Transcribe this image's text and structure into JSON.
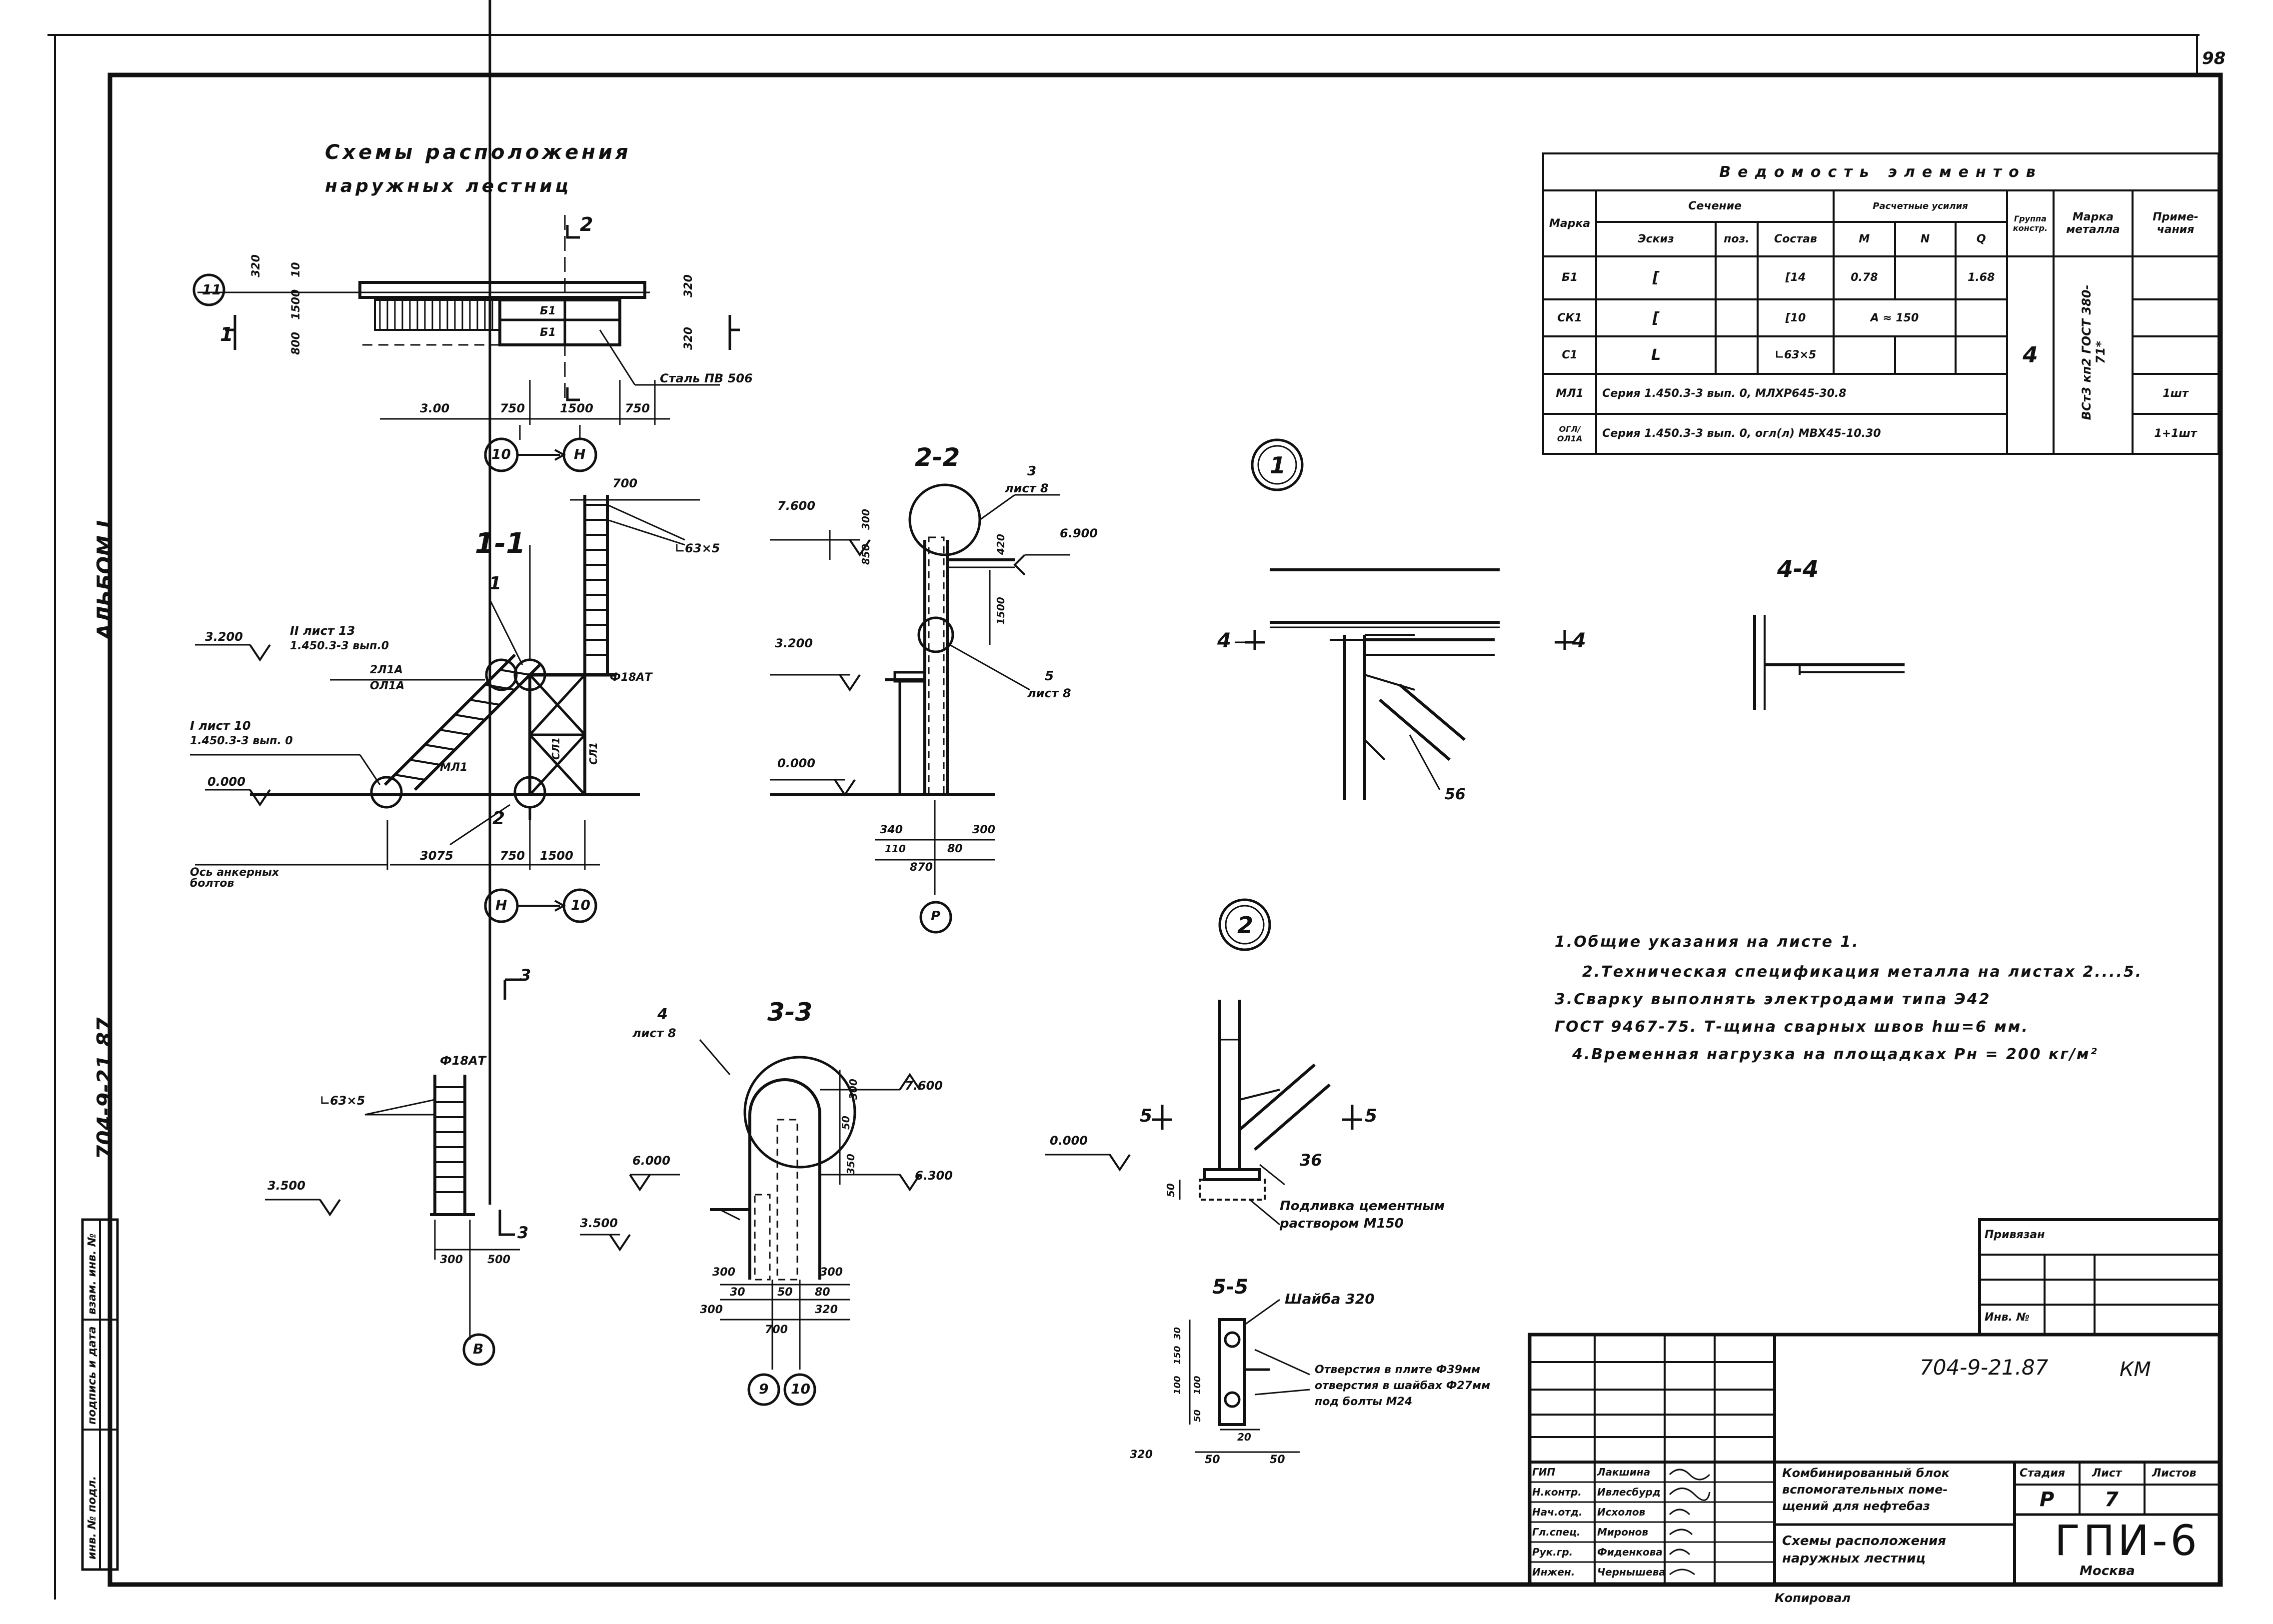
{
  "sheet": {
    "corner_number": "98",
    "title_line1": "Схемы расположения",
    "title_line2": "наружных лестниц",
    "margin_album": "АЛЬБОМ I",
    "margin_code": "704-9-21.87",
    "margin_cells": [
      "инв. № подл.",
      "подпись и дата",
      "взам. инв. №"
    ]
  },
  "plan": {
    "label_2": "2",
    "label_1": "1",
    "circle_11": "11",
    "dims_left": [
      "320",
      "10",
      "1500",
      "800"
    ],
    "dim_top_right": "320",
    "dim_right": "320",
    "b1": "Б1",
    "steel": "Сталь ПВ 506",
    "dims_bottom": [
      "3.00",
      "750",
      "1500",
      "750"
    ],
    "axis_10": "10",
    "axis_h": "Н"
  },
  "sec11": {
    "title": "1-1",
    "lbl_1": "1",
    "lbl_2": "2",
    "ref_ii": "II лист 13",
    "ref_ii2": "1.450.3-3 вып.0",
    "ref_i": "I лист 10",
    "ref_i2": "1.450.3-3 вып. 0",
    "lvl_3200": "3.200",
    "lvl_0": "0.000",
    "lbl_2ol": "2Л1А",
    "lbl_ol": "ОЛ1А",
    "lbl_ml": "МЛ1",
    "lbl_cl": "СЛ1",
    "lbl_phi": "Ф18АТ",
    "lbl_angle": "∟63×5",
    "dim_700": "700",
    "axis_note": "Ось анкерных болтов",
    "dims": [
      "3075",
      "750",
      "1500"
    ],
    "axis_h": "Н",
    "axis_10": "10"
  },
  "sec22": {
    "title": "2-2",
    "ref3_num": "3",
    "ref3": "лист 8",
    "ref5_num": "5",
    "ref5": "лист 8",
    "lvl_7600": "7.600",
    "lvl_6900": "6.900",
    "lvl_3200": "3.200",
    "lvl_0": "0.000",
    "dims_top": [
      "300",
      "850",
      "420",
      "1500"
    ],
    "dims_bottom": [
      "340",
      "300",
      "110",
      "80"
    ],
    "dim_870": "870",
    "axis_p": "Р"
  },
  "det1": {
    "circle": "1",
    "cut": "4",
    "weld": "56"
  },
  "det44": {
    "title": "4-4"
  },
  "table": {
    "title": "Ведомость элементов",
    "h_marka": "Марка",
    "h_sechenie": "Сечение",
    "h_eskiz": "Эскиз",
    "h_poz": "поз.",
    "h_sostav": "Состав",
    "h_usiliya": "Расчетные усилия",
    "h_m": "М",
    "h_n": "N",
    "h_q": "Q",
    "h_gruppa": "Группа констр.",
    "h_metal": "Марка металла",
    "h_prim": "Приме-чания",
    "rows": [
      {
        "marka": "Б1",
        "eskiz": "[",
        "sostav": "[14",
        "m": "0.78",
        "n": "",
        "q": "1.68"
      },
      {
        "marka": "СК1",
        "eskiz": "[",
        "sostav": "[10",
        "m": "",
        "n": "",
        "q": ""
      },
      {
        "marka": "С1",
        "eskiz": "L",
        "sostav": "∟63×5",
        "m": "",
        "n": "",
        "q": ""
      }
    ],
    "ck1_n": "150",
    "ck1_a": "А ≈",
    "ml1": "МЛ1",
    "ml1_desc": "Серия 1.450.3-3 вып. 0,  МЛХР645-30.8",
    "ml1_note": "1шт",
    "ogr": "ОГЛ/ОЛ1А",
    "ogr_desc": "Серия 1.450.3-3 вып. 0, огл(л) МВХ45-10.30",
    "ogr_note": "1+1шт",
    "gruppa": "4",
    "metal": "ВСт3 кп2  ГОСТ 380-71*"
  },
  "notes": [
    "1.Общие указания на листе 1.",
    "2.Техническая спецификация металла на листах 2....5.",
    "3.Сварку выполнять электродами типа Э42",
    "ГОСТ 9467-75. Т-щина сварных швов hш=6 мм.",
    "4.Временная нагрузка на площадках Pн = 200 кг/м²"
  ],
  "sec3small": {
    "cut": "3",
    "phi": "Ф18АТ",
    "angle": "∟63×5",
    "lvl": "3.500",
    "dims": [
      "300",
      "500"
    ],
    "axis_b": "В"
  },
  "sec33": {
    "title": "3-3",
    "ref_num": "4",
    "ref": "лист 8",
    "lvl_7600": "7.600",
    "lvl_6000": "6.000",
    "lvl_6300": "6.300",
    "lvl_3500": "3.500",
    "dims_right": [
      "300",
      "50",
      "350"
    ],
    "dims_mid": [
      "300",
      "30",
      "50",
      "300",
      "80"
    ],
    "dims_bottom": [
      "300",
      "700",
      "320"
    ],
    "axis_9": "9",
    "axis_10": "10"
  },
  "det2": {
    "circle": "2",
    "lvl_0": "0.000",
    "cut": "5",
    "weld": "36",
    "dim_50": "50",
    "pour1": "Подливка цементным",
    "pour2": "раствором М150"
  },
  "det55": {
    "title": "5-5",
    "washer": "Шайба 320",
    "hole1": "Отверстия в плите Ф39мм",
    "hole2": "отверстия в шайбах Ф27мм",
    "hole3": "под болты М24",
    "dims_left": [
      "30",
      "150",
      "100",
      "100",
      "50"
    ],
    "dims_bottom": [
      "320",
      "50",
      "20",
      "50"
    ]
  },
  "stamp": {
    "privyazan": "Привязан",
    "inv": "Инв. №",
    "code": "704-9-21.87",
    "km": "КМ",
    "project1": "Комбинированный блок",
    "project2": "вспомогательных поме-",
    "project3": "щений для нефтебаз",
    "sheet1": "Схемы расположения",
    "sheet2": "наружных лестниц",
    "h_stadiya": "Стадия",
    "h_list": "Лист",
    "h_listov": "Листов",
    "stadiya": "Р",
    "list": "7",
    "org": "ГПИ-6",
    "city": "Москва",
    "copied": "Копировал",
    "roles": [
      "ГИП",
      "Н.контр.",
      "Нач.отд.",
      "Гл.спец.",
      "Рук.гр.",
      "Инжен."
    ],
    "names": [
      "Лакшина",
      "Ивлесбурд",
      "Исхолов",
      "Миронов",
      "Фиденкова",
      "Чернышева"
    ]
  }
}
